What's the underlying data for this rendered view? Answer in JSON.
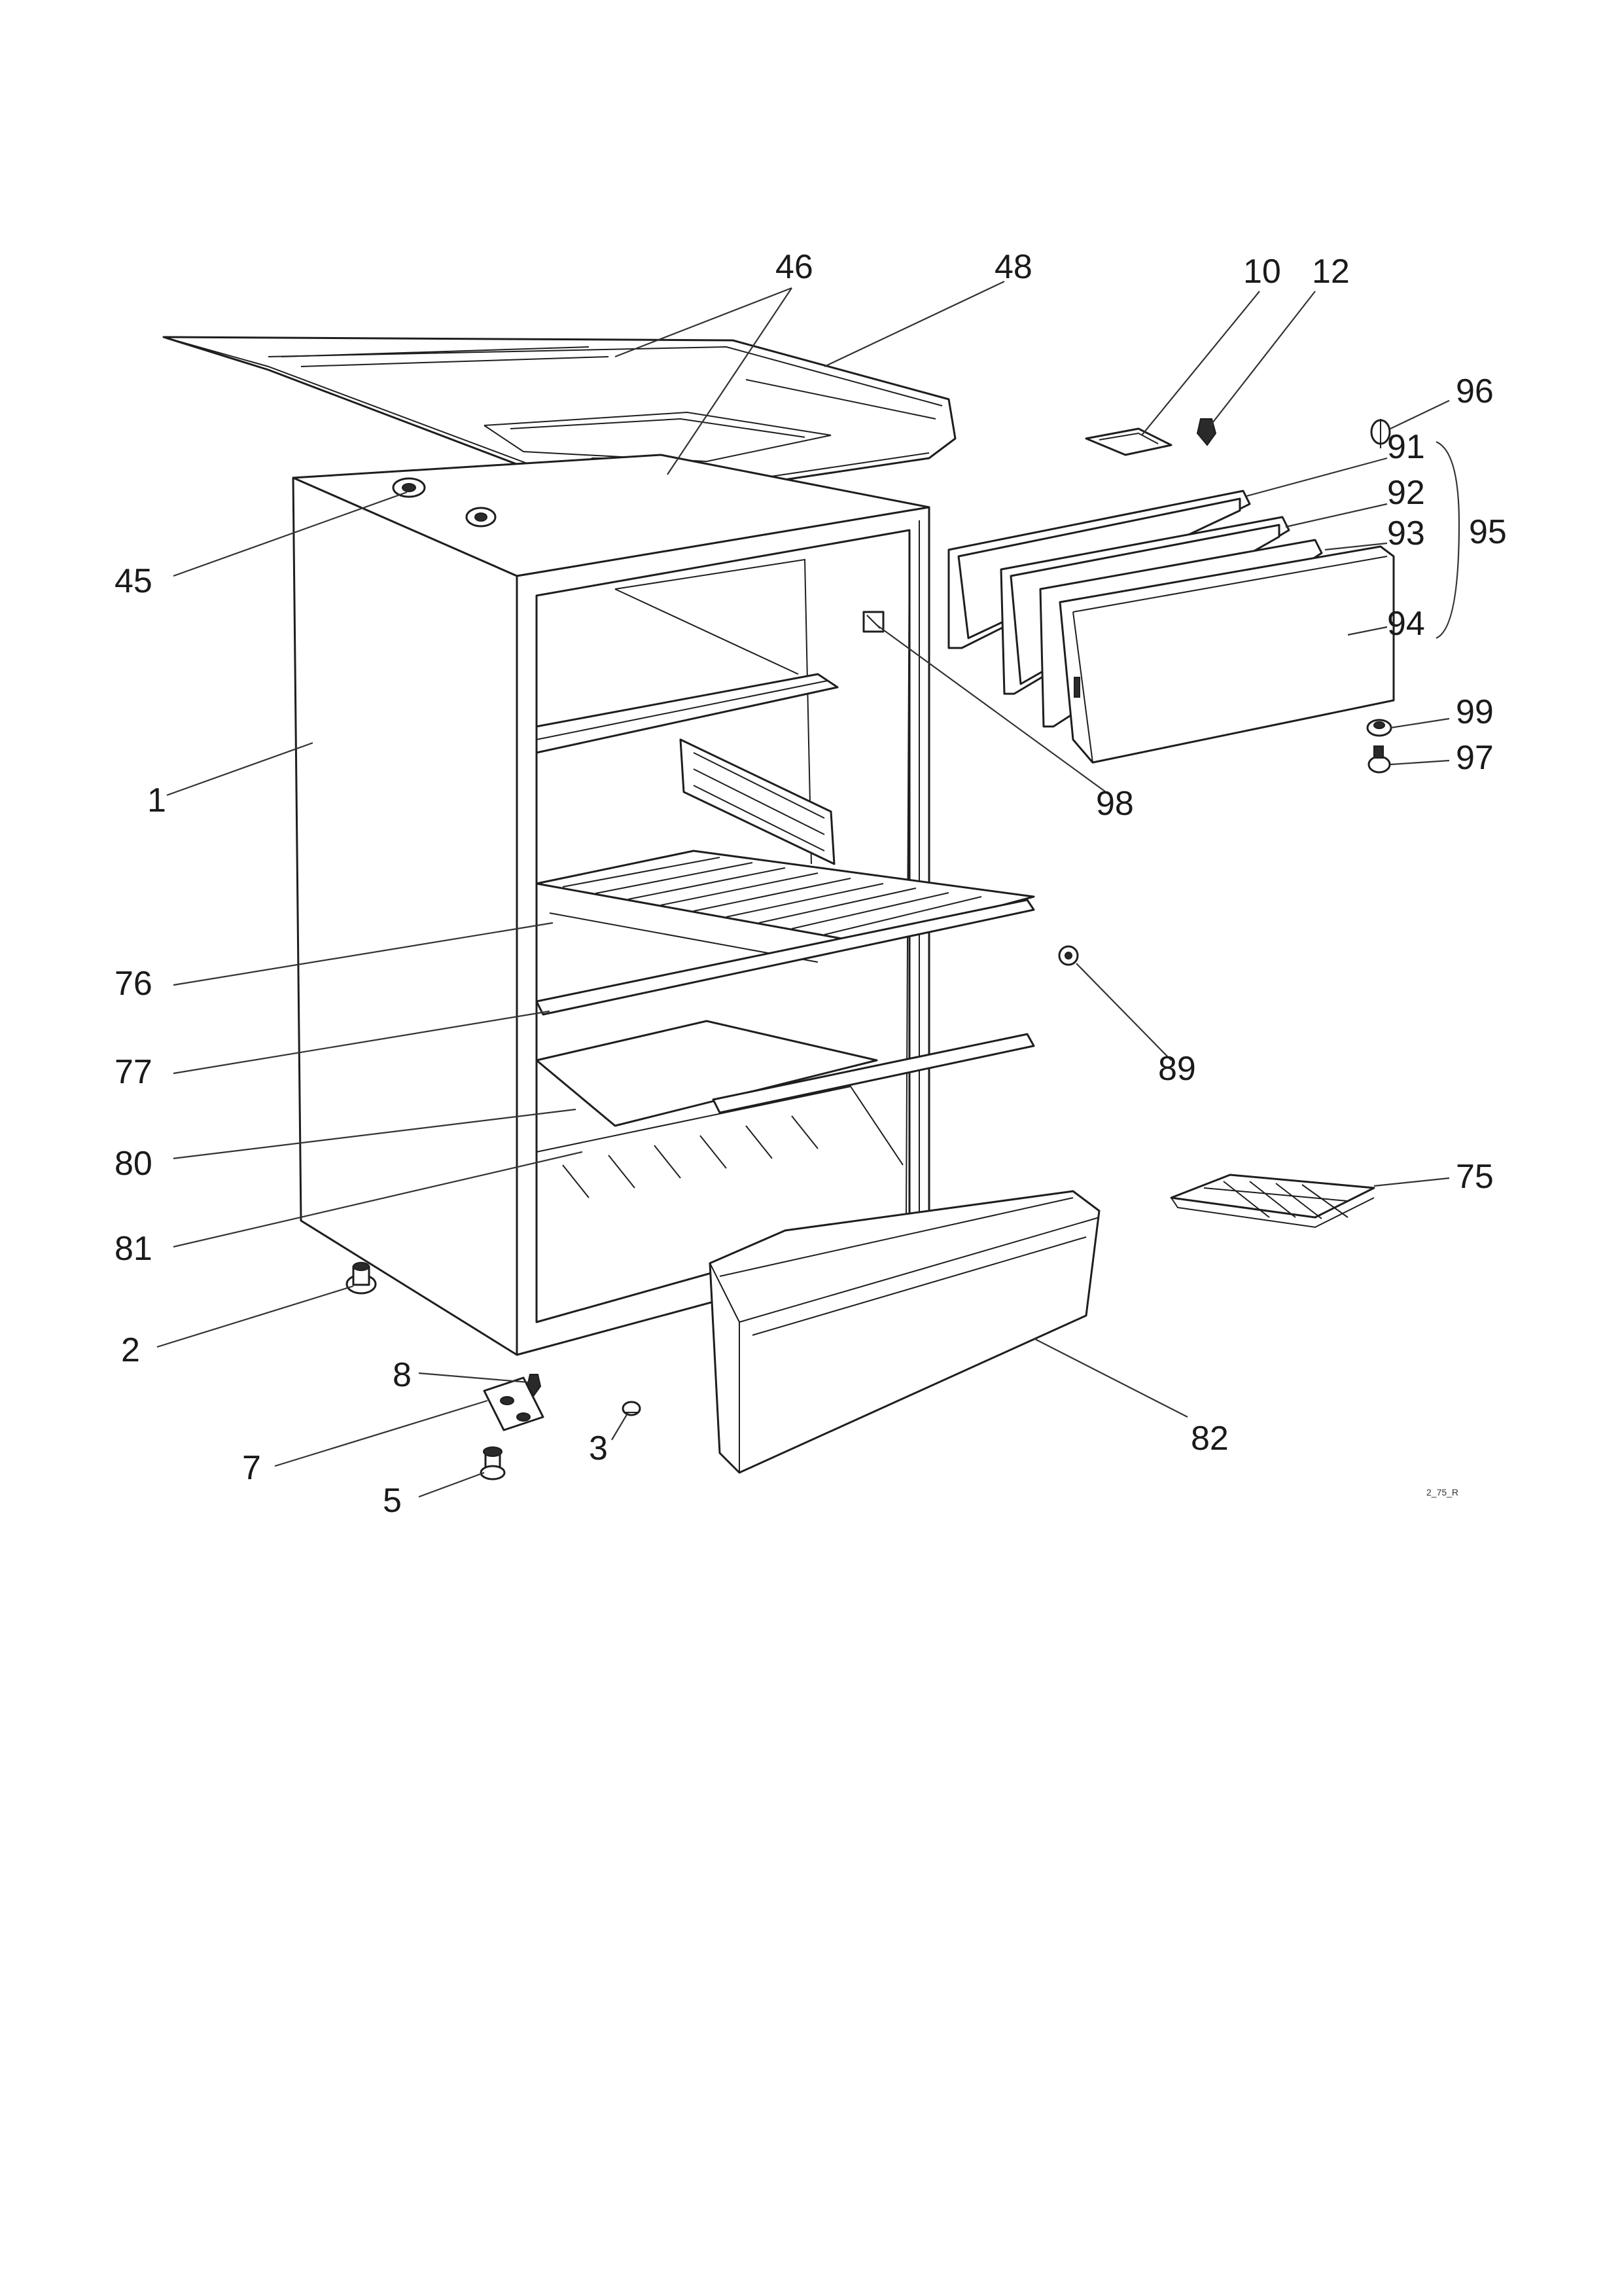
{
  "diagram": {
    "type": "exploded-parts-view",
    "subject": "refrigerator",
    "image_code": "2_75_R",
    "callouts": [
      {
        "id": "c46",
        "label": "46"
      },
      {
        "id": "c48",
        "label": "48"
      },
      {
        "id": "c10",
        "label": "10"
      },
      {
        "id": "c12",
        "label": "12"
      },
      {
        "id": "c96",
        "label": "96"
      },
      {
        "id": "c91",
        "label": "91"
      },
      {
        "id": "c92",
        "label": "92"
      },
      {
        "id": "c93",
        "label": "93"
      },
      {
        "id": "c95",
        "label": "95"
      },
      {
        "id": "c94",
        "label": "94"
      },
      {
        "id": "c99",
        "label": "99"
      },
      {
        "id": "c97",
        "label": "97"
      },
      {
        "id": "c98",
        "label": "98"
      },
      {
        "id": "c45",
        "label": "45"
      },
      {
        "id": "c1",
        "label": "1"
      },
      {
        "id": "c76",
        "label": "76"
      },
      {
        "id": "c77",
        "label": "77"
      },
      {
        "id": "c80",
        "label": "80"
      },
      {
        "id": "c81",
        "label": "81"
      },
      {
        "id": "c89",
        "label": "89"
      },
      {
        "id": "c75",
        "label": "75"
      },
      {
        "id": "c2",
        "label": "2"
      },
      {
        "id": "c8",
        "label": "8"
      },
      {
        "id": "c7",
        "label": "7"
      },
      {
        "id": "c3",
        "label": "3"
      },
      {
        "id": "c5",
        "label": "5"
      },
      {
        "id": "c82",
        "label": "82"
      }
    ]
  }
}
